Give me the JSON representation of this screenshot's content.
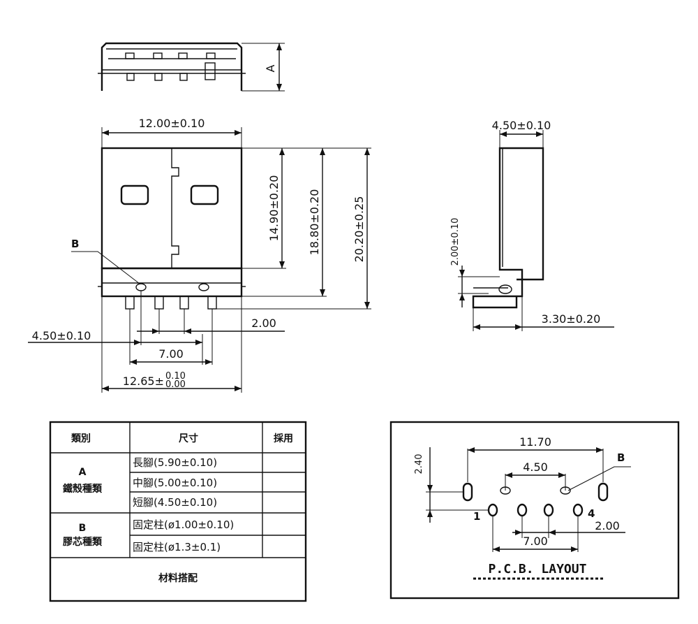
{
  "top_view": {
    "label_a": "A"
  },
  "front_view": {
    "width_dim": "12.00±0.10",
    "h1_dim": "14.90±0.20",
    "h2_dim": "18.80±0.20",
    "h3_dim": "20.20±0.25",
    "label_b": "B",
    "pitch_dim": "2.00",
    "offset_dim": "4.50±0.10",
    "span_dim": "7.00",
    "overall_dim_main": "12.65±",
    "overall_dim_tol_upper": "0.10",
    "overall_dim_tol_lower": "0.00"
  },
  "side_view": {
    "width_dim": "4.50±0.10",
    "height_dim": "2.00±0.10",
    "depth_dim": "3.30±0.20"
  },
  "spec_table": {
    "headers": [
      "類別",
      "尺寸",
      "採用"
    ],
    "group_a_code": "A",
    "group_a_name": "鐵殼種類",
    "group_b_code": "B",
    "group_b_name": "膠芯種類",
    "rows": [
      "長腳(5.90±0.10)",
      "中腳(5.00±0.10)",
      "短腳(4.50±0.10)",
      "固定柱(ø1.00±0.10)",
      "固定柱(ø1.3±0.1)"
    ],
    "footer": "材料搭配"
  },
  "pcb_layout": {
    "width_dim": "11.70",
    "inner_dim": "4.50",
    "height_dim": "2.40",
    "label_b": "B",
    "pin1": "1",
    "pin4": "4",
    "pitch_dim": "2.00",
    "span_dim": "7.00",
    "title": "P.C.B.  LAYOUT"
  }
}
